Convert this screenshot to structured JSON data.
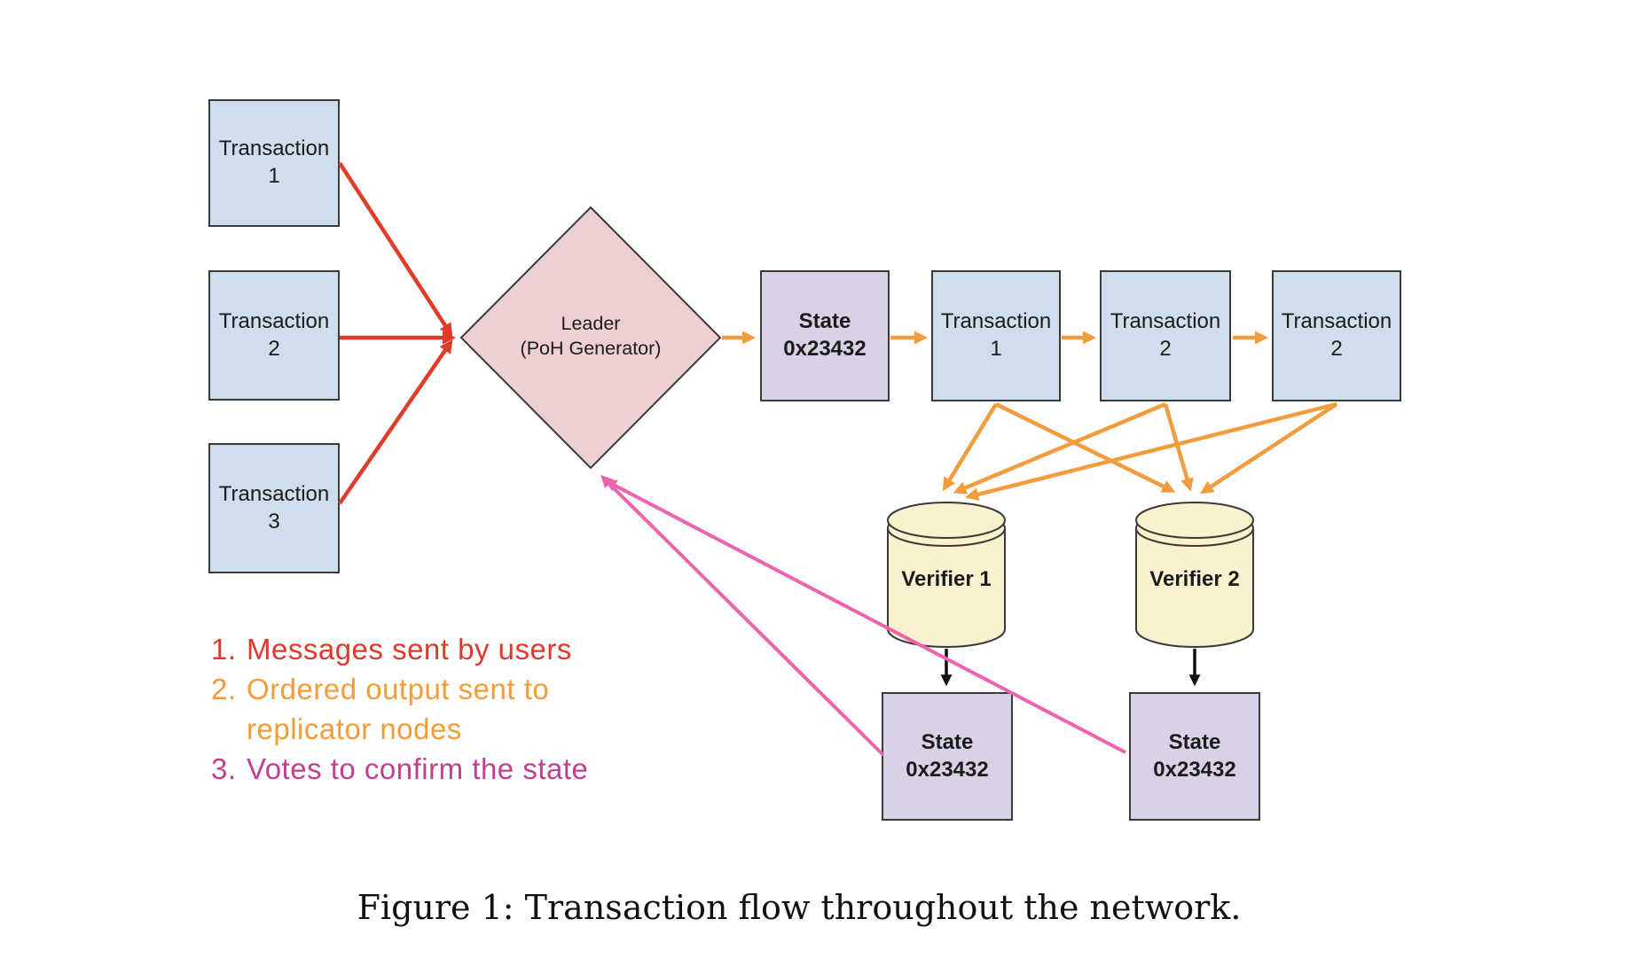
{
  "nodes": {
    "transactions_left": [
      "Transaction\n1",
      "Transaction\n2",
      "Transaction\n3"
    ],
    "leader": "Leader\n(PoH Generator)",
    "generated_state": "State\n0x23432",
    "ordered_transactions": [
      "Transaction\n1",
      "Transaction\n2",
      "Transaction\n2"
    ],
    "verifiers": [
      "Verifier 1",
      "Verifier 2"
    ],
    "verifier_states": [
      "State\n0x23432",
      "State\n0x23432"
    ]
  },
  "legend": {
    "items": [
      {
        "num": "1.",
        "text": "Messages sent by users",
        "color": "#e0392b"
      },
      {
        "num": "2.",
        "text": "Ordered output sent to replicator nodes",
        "color": "#f59c38"
      },
      {
        "num": "3.",
        "text": "Votes to confirm the state",
        "color": "#c23f90"
      }
    ]
  },
  "caption": "Figure 1: Transaction flow throughout the network.",
  "colors": {
    "transaction_box_fill": "#cfdeec",
    "state_box_fill": "#d9d2e6",
    "leader_diamond_fill": "#eed0d3",
    "verifier_cylinder_fill": "#faf1cf",
    "outline": "#3a3a3a",
    "arrow_messages": "#e13b2a",
    "arrow_ordered_output": "#f39c3e",
    "arrow_votes": "#ec64ad",
    "arrow_state_write": "#111111"
  }
}
